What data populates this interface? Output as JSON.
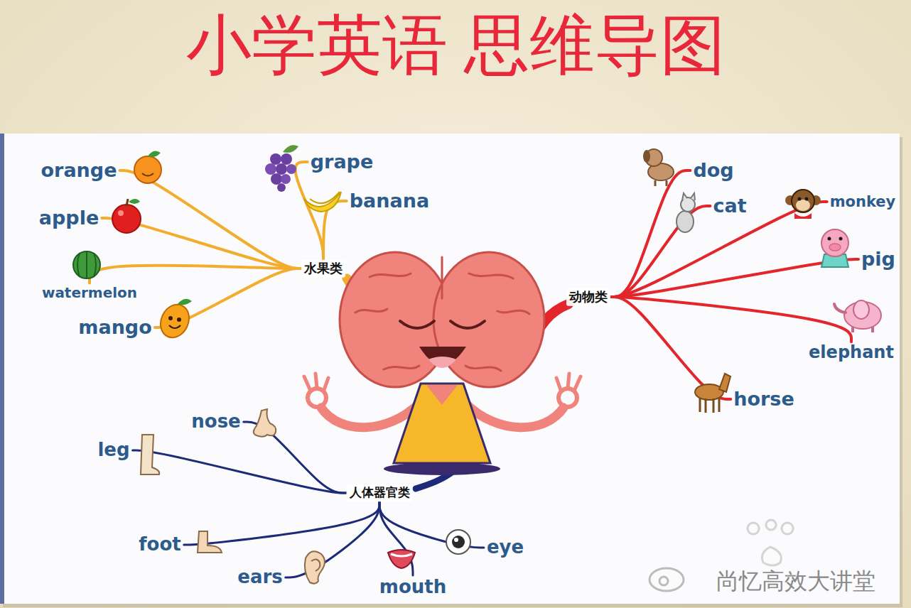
{
  "diagram": {
    "title": "小学英语 思维导图",
    "nodes": [
      {
        "text": [
          "水果类"
        ]
      },
      {
        "text": [
          "orange"
        ]
      },
      {
        "text": [
          "grape"
        ]
      },
      {
        "text": [
          "apple"
        ]
      },
      {
        "text": [
          "banana"
        ]
      },
      {
        "text": [
          "watermelon"
        ]
      },
      {
        "text": [
          "mango"
        ]
      },
      {
        "text": [
          "动物类"
        ]
      },
      {
        "text": [
          "dog"
        ]
      },
      {
        "text": [
          "cat"
        ]
      },
      {
        "text": [
          "monkey"
        ]
      },
      {
        "text": [
          "pig"
        ]
      },
      {
        "text": [
          "elephant"
        ]
      },
      {
        "text": [
          "horse"
        ]
      },
      {
        "text": [
          "人体器官类"
        ]
      },
      {
        "text": [
          "nose"
        ]
      },
      {
        "text": [
          "leg"
        ]
      },
      {
        "text": [
          "foot"
        ]
      },
      {
        "text": [
          "ears"
        ]
      },
      {
        "text": [
          "mouth"
        ]
      },
      {
        "text": [
          "eye"
        ]
      }
    ],
    "edges": [
      {
        "from": 0,
        "to": 1,
        "arrow": "none"
      },
      {
        "from": 0,
        "to": 2,
        "arrow": "none"
      },
      {
        "from": 0,
        "to": 3,
        "arrow": "none"
      },
      {
        "from": 0,
        "to": 4,
        "arrow": "none"
      },
      {
        "from": 0,
        "to": 5,
        "arrow": "none"
      },
      {
        "from": 0,
        "to": 6,
        "arrow": "none"
      },
      {
        "from": 7,
        "to": 8,
        "arrow": "none"
      },
      {
        "from": 7,
        "to": 9,
        "arrow": "none"
      },
      {
        "from": 7,
        "to": 10,
        "arrow": "none"
      },
      {
        "from": 7,
        "to": 11,
        "arrow": "none"
      },
      {
        "from": 7,
        "to": 12,
        "arrow": "none"
      },
      {
        "from": 7,
        "to": 13,
        "arrow": "none"
      },
      {
        "from": 14,
        "to": 15,
        "arrow": "none"
      },
      {
        "from": 14,
        "to": 16,
        "arrow": "none"
      },
      {
        "from": 14,
        "to": 17,
        "arrow": "none"
      },
      {
        "from": 14,
        "to": 18,
        "arrow": "none"
      },
      {
        "from": 14,
        "to": 19,
        "arrow": "none"
      },
      {
        "from": 14,
        "to": 20,
        "arrow": "none"
      }
    ],
    "labels": [
      "尚忆高效大讲堂"
    ]
  }
}
